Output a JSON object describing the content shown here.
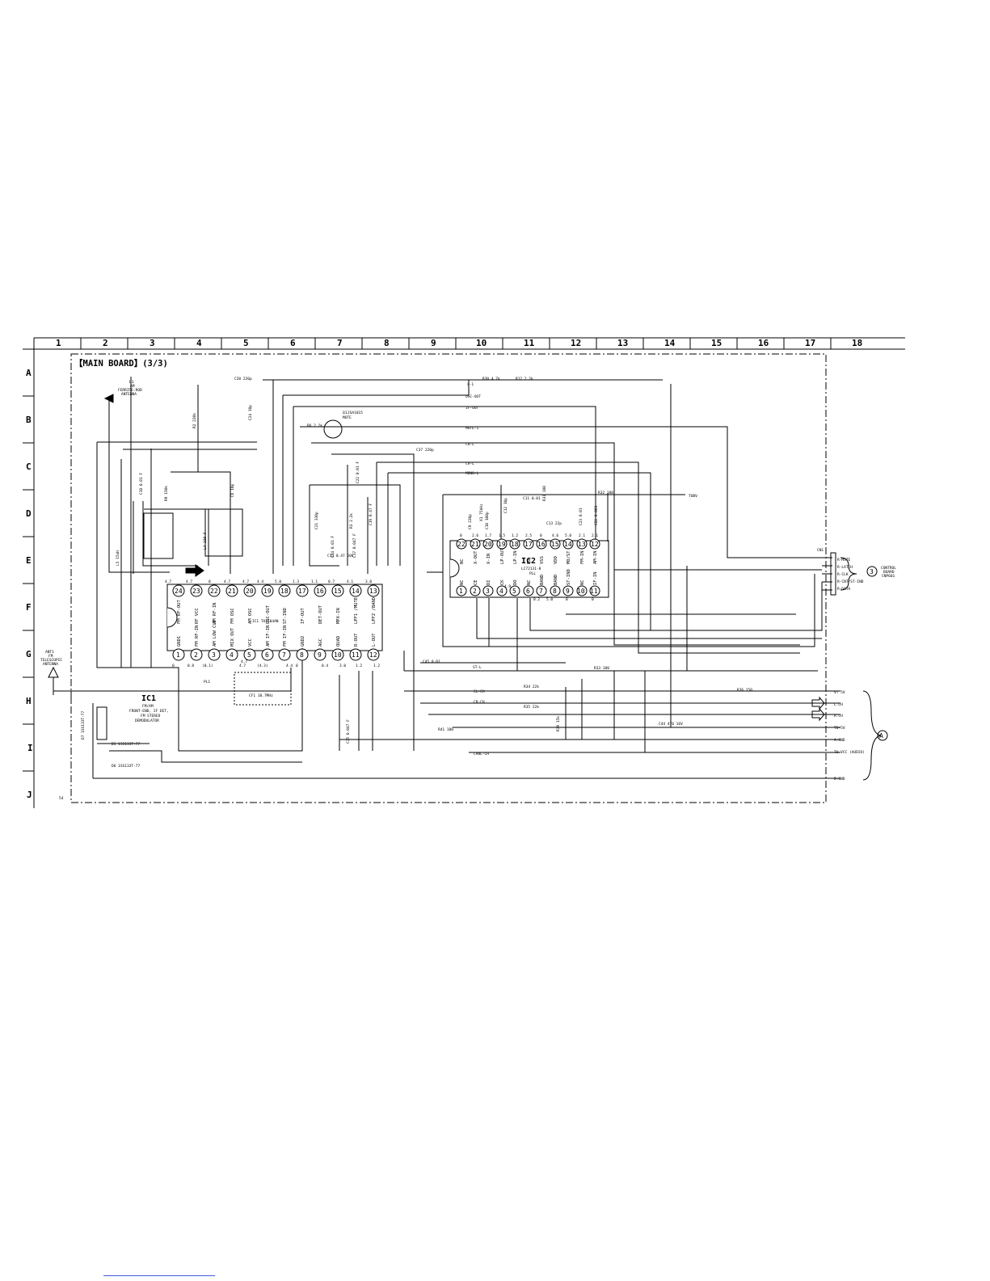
{
  "board_title": "【MAIN BOARD】(3/3)",
  "page_marker": "54",
  "col_labels": [
    "1",
    "2",
    "3",
    "4",
    "5",
    "6",
    "7",
    "8",
    "9",
    "10",
    "11",
    "12",
    "13",
    "14",
    "15",
    "16",
    "17",
    "18"
  ],
  "row_labels": [
    "A",
    "B",
    "C",
    "D",
    "E",
    "F",
    "G",
    "H",
    "I",
    "J"
  ],
  "ic1": {
    "name": "IC1",
    "part": "IC1 TA2104AN",
    "desc": [
      "FM/AM",
      "FRONT-END, IF DET,",
      "FM STEREO",
      "DEMODULATOR"
    ],
    "top_pins": [
      {
        "num": "24",
        "name": "FM RF-OUT",
        "volt": "4.7"
      },
      {
        "num": "23",
        "name": "RF VCC",
        "volt": "4.7"
      },
      {
        "num": "22",
        "name": "AM RF-IN",
        "volt": "0"
      },
      {
        "num": "21",
        "name": "FM OSC",
        "volt": "4.7"
      },
      {
        "num": "20",
        "name": "AM OSC",
        "volt": "4.7"
      },
      {
        "num": "19",
        "name": "OSC-OUT",
        "volt": "4.4"
      },
      {
        "num": "18",
        "name": "ST-IND",
        "volt": "5.0"
      },
      {
        "num": "17",
        "name": "IF-OUT",
        "volt": "1.3"
      },
      {
        "num": "16",
        "name": "DET-OUT",
        "volt": "1.1"
      },
      {
        "num": "15",
        "name": "MPX-IN",
        "volt": "0.7"
      },
      {
        "num": "14",
        "name": "LPF1 /MUTE",
        "volt": "4.1"
      },
      {
        "num": "13",
        "name": "LPF2 /BAND",
        "volt": "3.0"
      }
    ],
    "bottom_pins": [
      {
        "num": "1",
        "name": "GND1",
        "volt": "0"
      },
      {
        "num": "2",
        "name": "FM RF-IN",
        "volt": "0.8"
      },
      {
        "num": "3",
        "name": "AM LOW CUT",
        "volt": "(0.1)"
      },
      {
        "num": "4",
        "name": "MIX OUT",
        "volt": "4.7"
      },
      {
        "num": "5",
        "name": "VCC",
        "volt": "4.7"
      },
      {
        "num": "6",
        "name": "AM IF-IN",
        "volt": "(4.3)"
      },
      {
        "num": "7",
        "name": "FM IF-IN",
        "volt": "4.4"
      },
      {
        "num": "8",
        "name": "GND2",
        "volt": "0"
      },
      {
        "num": "9",
        "name": "AGC",
        "volt": "0.4"
      },
      {
        "num": "10",
        "name": "QUAD",
        "volt": "3.0"
      },
      {
        "num": "11",
        "name": "R-OUT",
        "volt": "1.2"
      },
      {
        "num": "12",
        "name": "L-OUT",
        "volt": "1.2"
      }
    ]
  },
  "ic2": {
    "name": "IC2",
    "part": "LC72131-8",
    "sub": "PLL",
    "top_pins": [
      {
        "num": "22",
        "name": "NC",
        "volt": "0"
      },
      {
        "num": "21",
        "name": "X-OUT",
        "volt": "2.6"
      },
      {
        "num": "20",
        "name": "X-IN",
        "volt": "1.7"
      },
      {
        "num": "19",
        "name": "LP-OUT",
        "volt": "1.5"
      },
      {
        "num": "18",
        "name": "LP-IN",
        "volt": "1.2"
      },
      {
        "num": "17",
        "name": "PD",
        "volt": "2.5"
      },
      {
        "num": "16",
        "name": "VSS",
        "volt": "0"
      },
      {
        "num": "15",
        "name": "VDD",
        "volt": "4.6"
      },
      {
        "num": "14",
        "name": "MO/ST",
        "volt": "5.0"
      },
      {
        "num": "13",
        "name": "FM-IN",
        "volt": "2.1"
      },
      {
        "num": "12",
        "name": "AM-IN",
        "volt": "2.1"
      }
    ],
    "bottom_pins": [
      {
        "num": "1",
        "name": "NC",
        "volt": ""
      },
      {
        "num": "2",
        "name": "CE",
        "volt": ""
      },
      {
        "num": "3",
        "name": "DI",
        "volt": ""
      },
      {
        "num": "4",
        "name": "CK",
        "volt": ""
      },
      {
        "num": "5",
        "name": "DO",
        "volt": "4.9"
      },
      {
        "num": "6",
        "name": "NC",
        "volt": ""
      },
      {
        "num": "7",
        "name": "BAND",
        "volt": "0.2"
      },
      {
        "num": "8",
        "name": "BAND",
        "volt": "5.0"
      },
      {
        "num": "9",
        "name": "ST-IND",
        "volt": "0"
      },
      {
        "num": "10",
        "name": "NC",
        "volt": ""
      },
      {
        "num": "11",
        "name": "IF-IN",
        "volt": "0"
      }
    ]
  },
  "antenna": {
    "ref": "ANT1",
    "lines": [
      "FM",
      "TELESCOPIC",
      "ANTENNA"
    ]
  },
  "loop_antenna": {
    "ref": "L1",
    "lines": [
      "AM",
      "FERRITE-ROD",
      "ANTENNA"
    ]
  },
  "transistor": {
    "ref": "Q1",
    "lines": [
      "2SA1015",
      "MUTE"
    ]
  },
  "connector_right": {
    "ref": "CN1",
    "pins": [
      "R-MUTE",
      "R-LATCH",
      "R-CLK",
      "R-CNT/ST-IND",
      "R-DATA"
    ],
    "dest_num": "3",
    "dest_lines": [
      "CONTROL",
      "BOARD",
      "CNP601"
    ]
  },
  "outputs": {
    "pins": [
      "VT 5V",
      "L.CH",
      "R.CH",
      "TU-5V",
      "A.GND",
      "TU-VCC (AUDIO)",
      "D.GND"
    ],
    "dest": "A"
  },
  "net_labels": [
    "X-1",
    "OSC-OUT",
    "IF-OUT",
    "MUTE-1",
    "CH-L",
    "CH-L",
    "MONO-L",
    "ST-L",
    "CL-CH",
    "CR-CH",
    "CANL-CH",
    "TUBV"
  ],
  "component_labels": [
    "R30 4.7k",
    "R12 2.2k",
    "C20 220p",
    "C22 0.01 F",
    "C17 0.047 F",
    "C35 0.047 F",
    "C14 0.01 F",
    "C15 0.47 50V",
    "R6 2.2k",
    "C37 220p",
    "C21 330p",
    "R9 150k",
    "C18 0.01 F",
    "C19 0.47 F",
    "L4 330 F",
    "C6 10p",
    "R2 220k",
    "R3 2.2k",
    "C26 0.001",
    "X1 75kHz",
    "CF1 10.7MHz",
    "R32 180",
    "R31 180",
    "R33 180",
    "R34 22k",
    "R35 22k",
    "R36 150",
    "R39 15k",
    "R41 180",
    "D5 1SS133T-77",
    "D6 1SS133T-77",
    "D7 1SS133T-77",
    "C45 0.01",
    "C44 470 16V",
    "C9 220p",
    "C10 100p",
    "C11 0.01",
    "C12 10p",
    "C13 22p",
    "C23 0.01",
    "C24 18p",
    "L5 15uH",
    "PL1"
  ]
}
